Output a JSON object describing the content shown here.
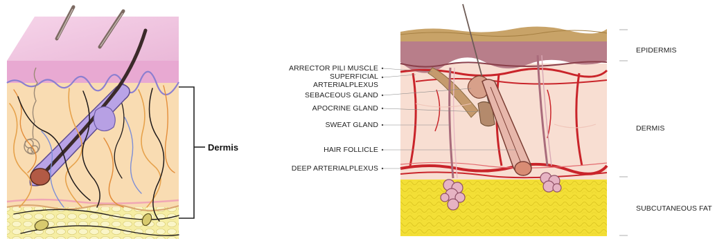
{
  "left_diagram": {
    "bracket_label": "Dermis"
  },
  "right_diagram": {
    "left_labels": [
      "ARRECTOR PILI MUSCLE",
      "SUPERFICIAL",
      "ARTERIALPLEXUS",
      "SEBACEOUS GLAND",
      "APOCRINE GLAND",
      "SWEAT GLAND",
      "HAIR FOLLICLE",
      "DEEP ARTERIALPLEXUS"
    ],
    "layer_labels": {
      "epidermis": "EPIDERMIS",
      "dermis": "DERMIS",
      "subcutaneous": "SUBCUTANEOUS FAT"
    }
  },
  "colors": {
    "epidermis_pink": "#e7b3d4",
    "dermis_peach": "#f9dfb7",
    "fat_yellow": "#f4e34a",
    "artery_red": "#c9242a",
    "follicle_tan": "#c59a6d",
    "nerve_blue": "#7f8fd0"
  }
}
